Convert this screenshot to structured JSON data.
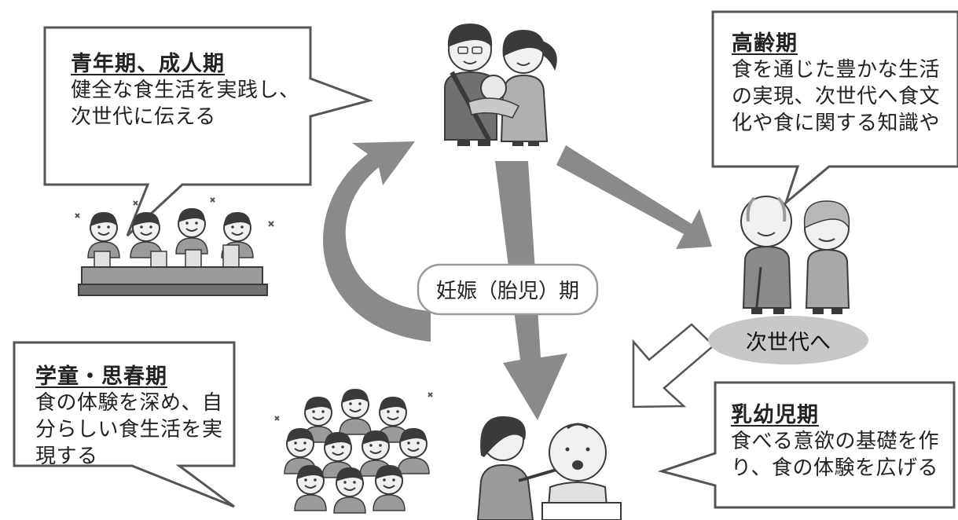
{
  "stages": {
    "youth_adult": {
      "title": "青年期、成人期",
      "lines": [
        "健全な食生活を実践し、",
        "次世代に伝える"
      ]
    },
    "elderly": {
      "title": "高齢期",
      "lines": [
        "食を通じた豊かな生活",
        "の実現、次世代へ食文",
        "化や食に関する知識や"
      ]
    },
    "school": {
      "title": "学童・思春期",
      "lines": [
        "食の体験を深め、自",
        "分らしい食生活を実",
        "現する"
      ]
    },
    "infant": {
      "title": "乳幼児期",
      "lines": [
        "食べる意欲の基礎を作",
        "り、食の体験を広げる"
      ]
    }
  },
  "pregnancy_label": "妊娠（胎児）期",
  "next_generation_label": "次世代へ",
  "colors": {
    "arrow": "#8a8a8a",
    "bubble_border": "#555555",
    "ellipse": "#c8c8c8",
    "figure_dark": "#3a3a3a",
    "figure_mid": "#9a9a9a",
    "figure_light": "#d6d6d6"
  },
  "illustrations": [
    "parents-with-baby",
    "friends-toasting",
    "elderly-couple",
    "children-group",
    "mother-feeding-baby"
  ]
}
